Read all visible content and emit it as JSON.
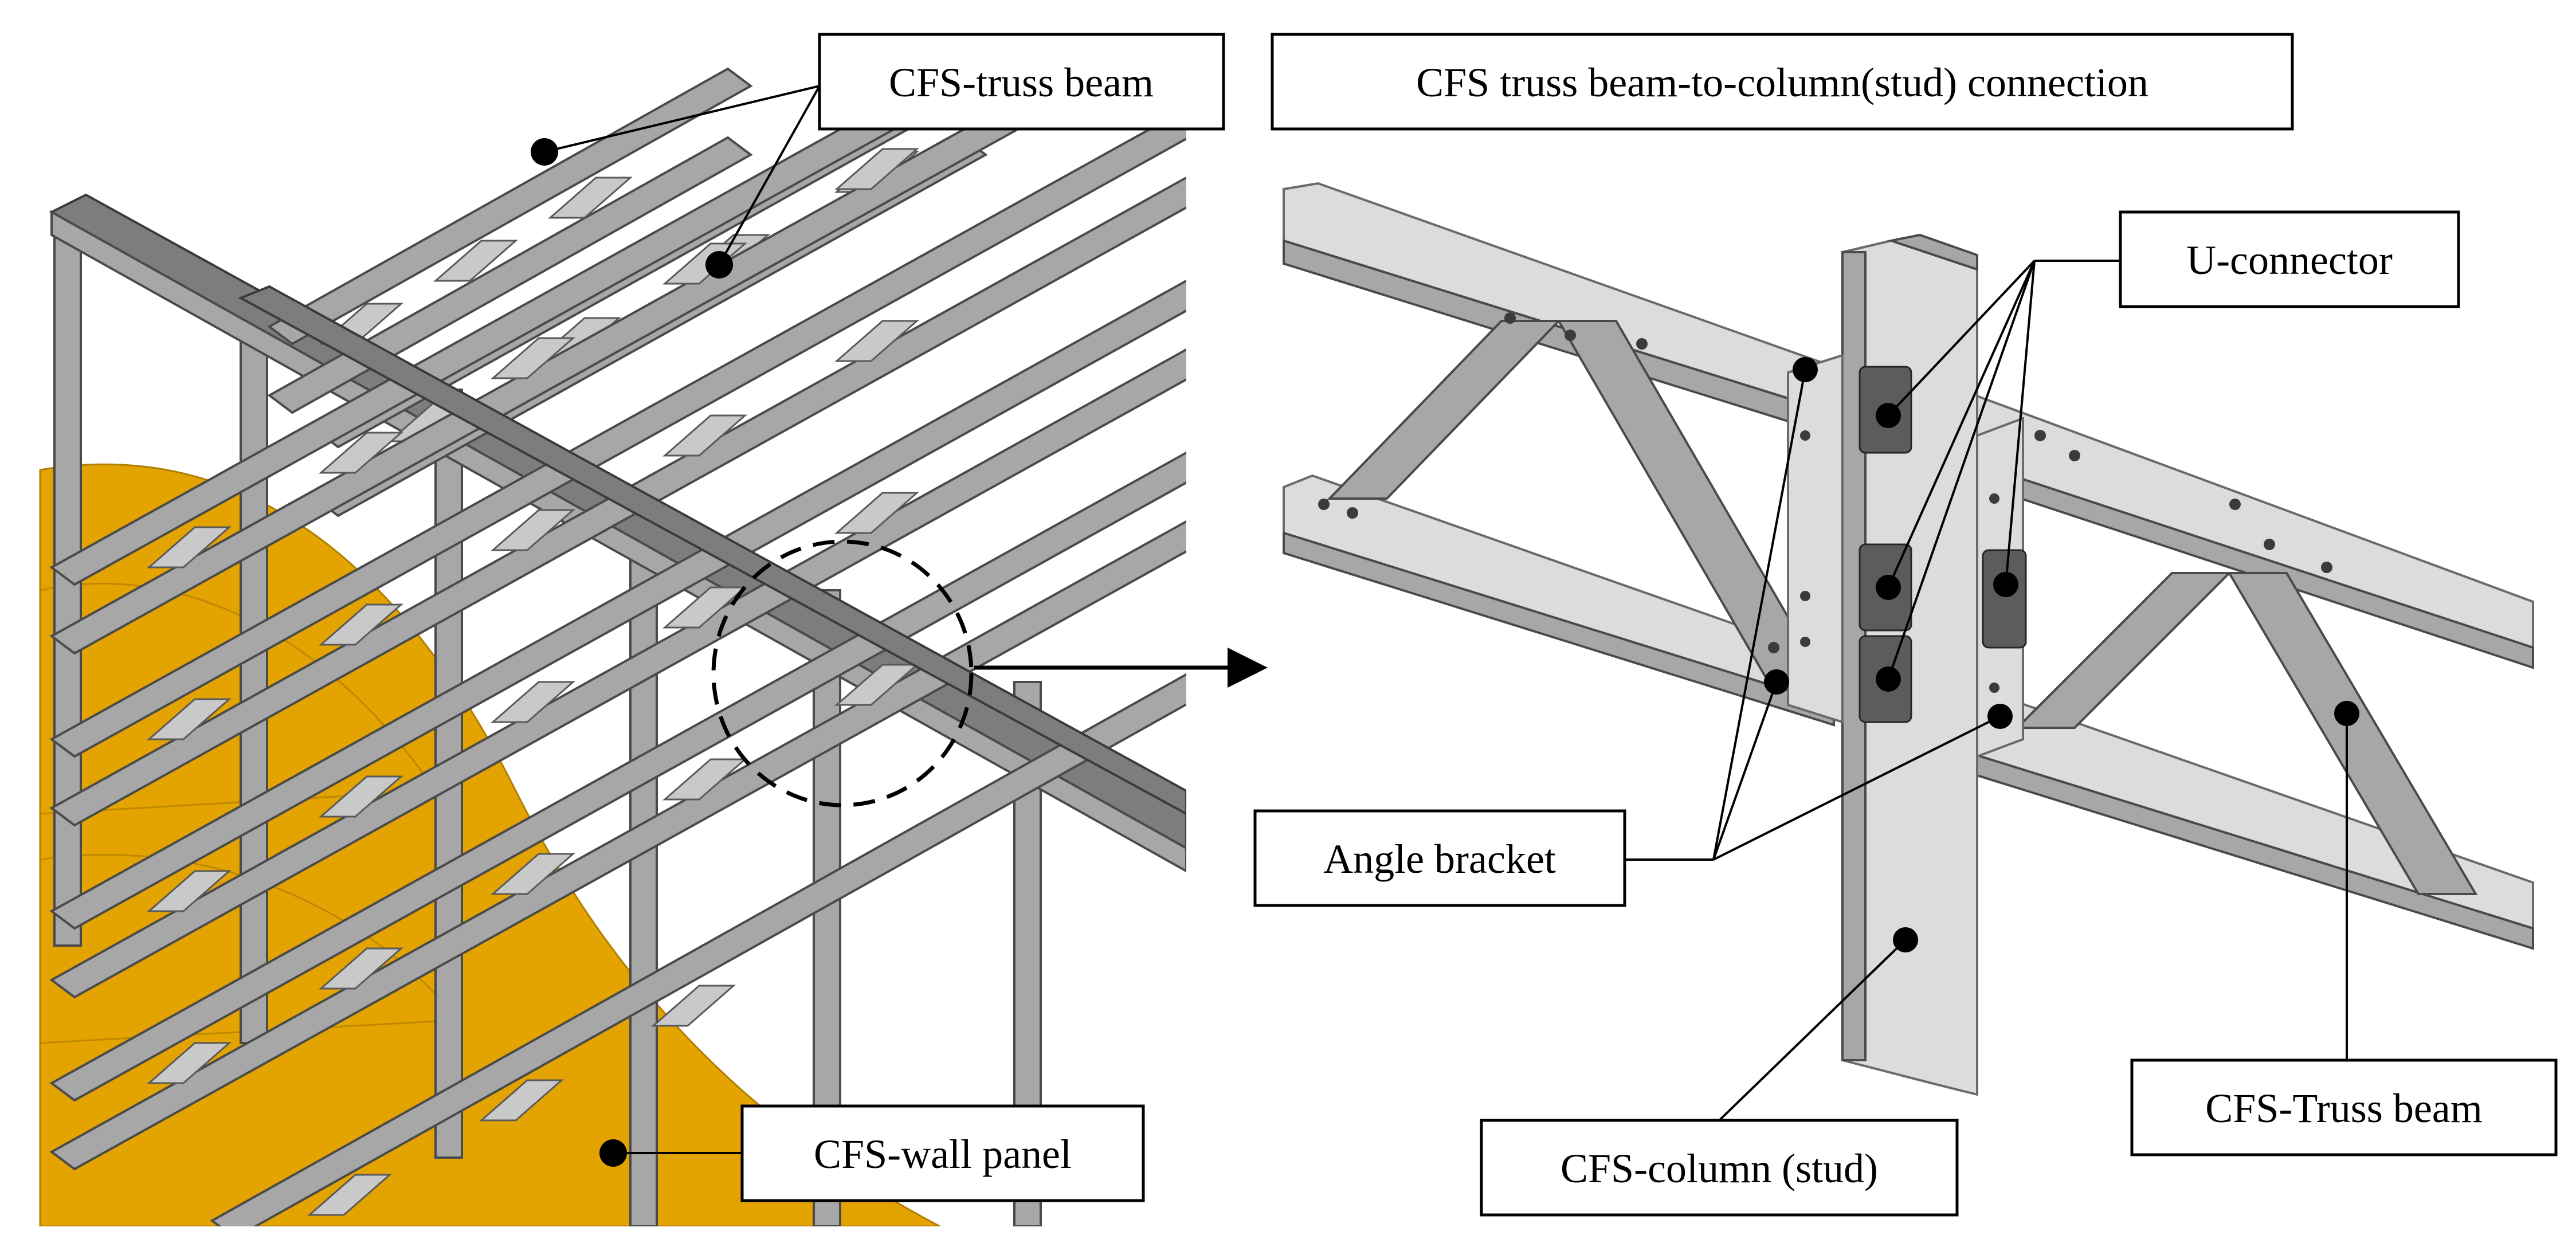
{
  "labels": {
    "cfs_truss_beam_left": "CFS-truss beam",
    "connection_title": "CFS truss beam-to-column(stud) connection",
    "u_connector": "U-connector",
    "angle_bracket": "Angle bracket",
    "cfs_truss_beam_right": "CFS-Truss beam",
    "cfs_column": "CFS-column (stud)",
    "cfs_wall_panel": "CFS-wall panel"
  },
  "colors": {
    "wall_panel": "#e3a300",
    "steel": "#a7a7a7",
    "steel_dark": "#7d7d7d",
    "steel_light": "#dcdcdc"
  },
  "icons": {
    "callout_marker": "filled-dot",
    "detail_indicator": "dashed-circle",
    "pointer": "arrow-right"
  }
}
